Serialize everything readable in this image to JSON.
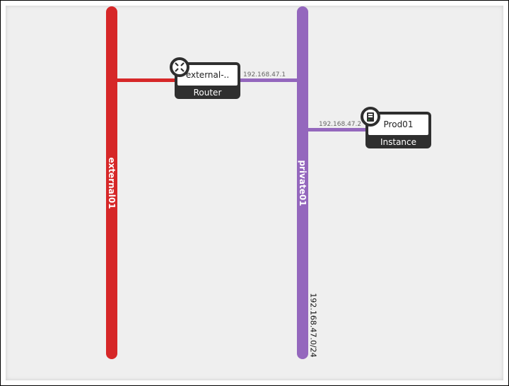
{
  "networks": [
    {
      "name": "external01",
      "color": "#d62728"
    },
    {
      "name": "private01",
      "color": "#9467bd",
      "cidr": "192.168.47.0/24"
    }
  ],
  "nodes": [
    {
      "name": "external-..",
      "type": "Router",
      "icon": "router-icon",
      "ip": "192.168.47.1"
    },
    {
      "name": "Prod01",
      "type": "Instance",
      "icon": "server-icon",
      "ip": "192.168.47.2"
    }
  ]
}
